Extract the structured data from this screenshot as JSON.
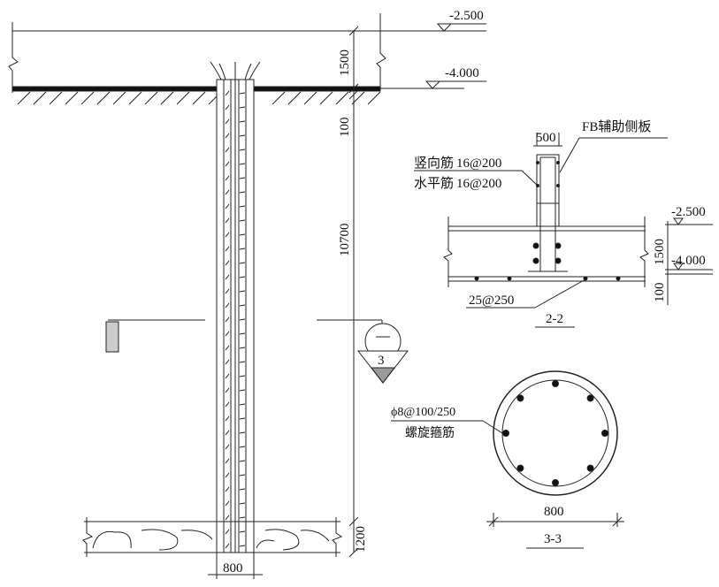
{
  "elevations": {
    "top": "-2.500",
    "ground": "-4.000"
  },
  "dims": {
    "d1500": "1500",
    "d100": "100",
    "d10700": "10700",
    "d1200": "1200",
    "pile_width": "800"
  },
  "section_mark": {
    "number": "3",
    "line": "—"
  },
  "section22": {
    "width": "500",
    "side_plate": "FB辅助侧板",
    "vertical_bar": "竖向筋 16@200",
    "horizontal_bar": "水平筋 16@200",
    "bottom_bar": " 25@250",
    "elev_top": "-2.500",
    "elev_bottom": "-4.000",
    "dim1500": "1500",
    "dim100": "100",
    "title": "2-2"
  },
  "section33": {
    "stirrup": "ϕ8@100/250",
    "stirrup_name": "螺旋箍筋",
    "diameter": "800",
    "title": "3-3"
  }
}
